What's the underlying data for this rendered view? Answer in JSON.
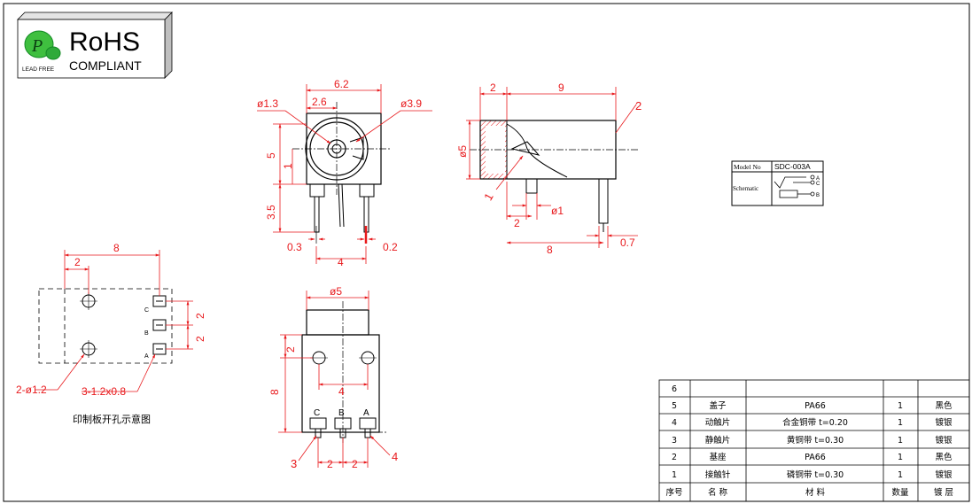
{
  "rohs": {
    "title": "RoHS",
    "subtitle": "COMPLIANT",
    "lead_free": "LEAD FREE",
    "leaf_letter": "P"
  },
  "front_view": {
    "dim_width": "6.2",
    "dim_center": "2.6",
    "dim_hole": "ø1.3",
    "dim_bore": "ø3.9",
    "dim_height": "5",
    "dim_offset": "1",
    "dim_pin_len": "3.5",
    "dim_pin_left": "0.3",
    "dim_pin_right": "0.2",
    "dim_pin_pitch": "4"
  },
  "side_view": {
    "dim_front": "2",
    "dim_body": "9",
    "dim_dia": "ø5",
    "dim_pin_dia": "ø1",
    "dim_pin_pos": "2",
    "dim_total": "8",
    "dim_pin_thick": "0.7",
    "callout_2": "2",
    "callout_1": "1"
  },
  "schematic": {
    "model_label": "Model No",
    "model_value": "SDC-003A",
    "schematic_label": "Schematic",
    "pins": [
      "A",
      "C",
      "B"
    ]
  },
  "pcb_layout": {
    "dim_width": "8",
    "dim_offset": "2",
    "dim_pitch_1": "2",
    "dim_pitch_2": "2",
    "callout_holes": "2-ø1.2",
    "callout_slots": "3-1.2x0.8",
    "pin_labels": [
      "C",
      "B",
      "A"
    ],
    "caption": "印制板开孔示意图"
  },
  "bottom_view": {
    "dim_dia": "ø5",
    "dim_top": "2",
    "dim_hole_pitch": "4",
    "dim_height": "8",
    "pin_labels": [
      "C",
      "B",
      "A"
    ],
    "dim_pin_1": "2",
    "dim_pin_2": "2",
    "callout_3": "3",
    "callout_4": "4"
  },
  "bom": {
    "headers": [
      "序号",
      "名 称",
      "材  料",
      "数量",
      "镀 层"
    ],
    "rows": [
      [
        "6",
        "",
        "",
        "",
        ""
      ],
      [
        "5",
        "盖子",
        "PA66",
        "1",
        "黑色"
      ],
      [
        "4",
        "动触片",
        "合金铜带 t=0.20",
        "1",
        "镀银"
      ],
      [
        "3",
        "静触片",
        "黄铜带 t=0.30",
        "1",
        "镀银"
      ],
      [
        "2",
        "基座",
        "PA66",
        "1",
        "黑色"
      ],
      [
        "1",
        "接触针",
        "磷铜带 t=0.30",
        "1",
        "镀银"
      ]
    ]
  },
  "colors": {
    "dimension": "#e8191c",
    "line": "#000000",
    "accent": "#27a836"
  }
}
